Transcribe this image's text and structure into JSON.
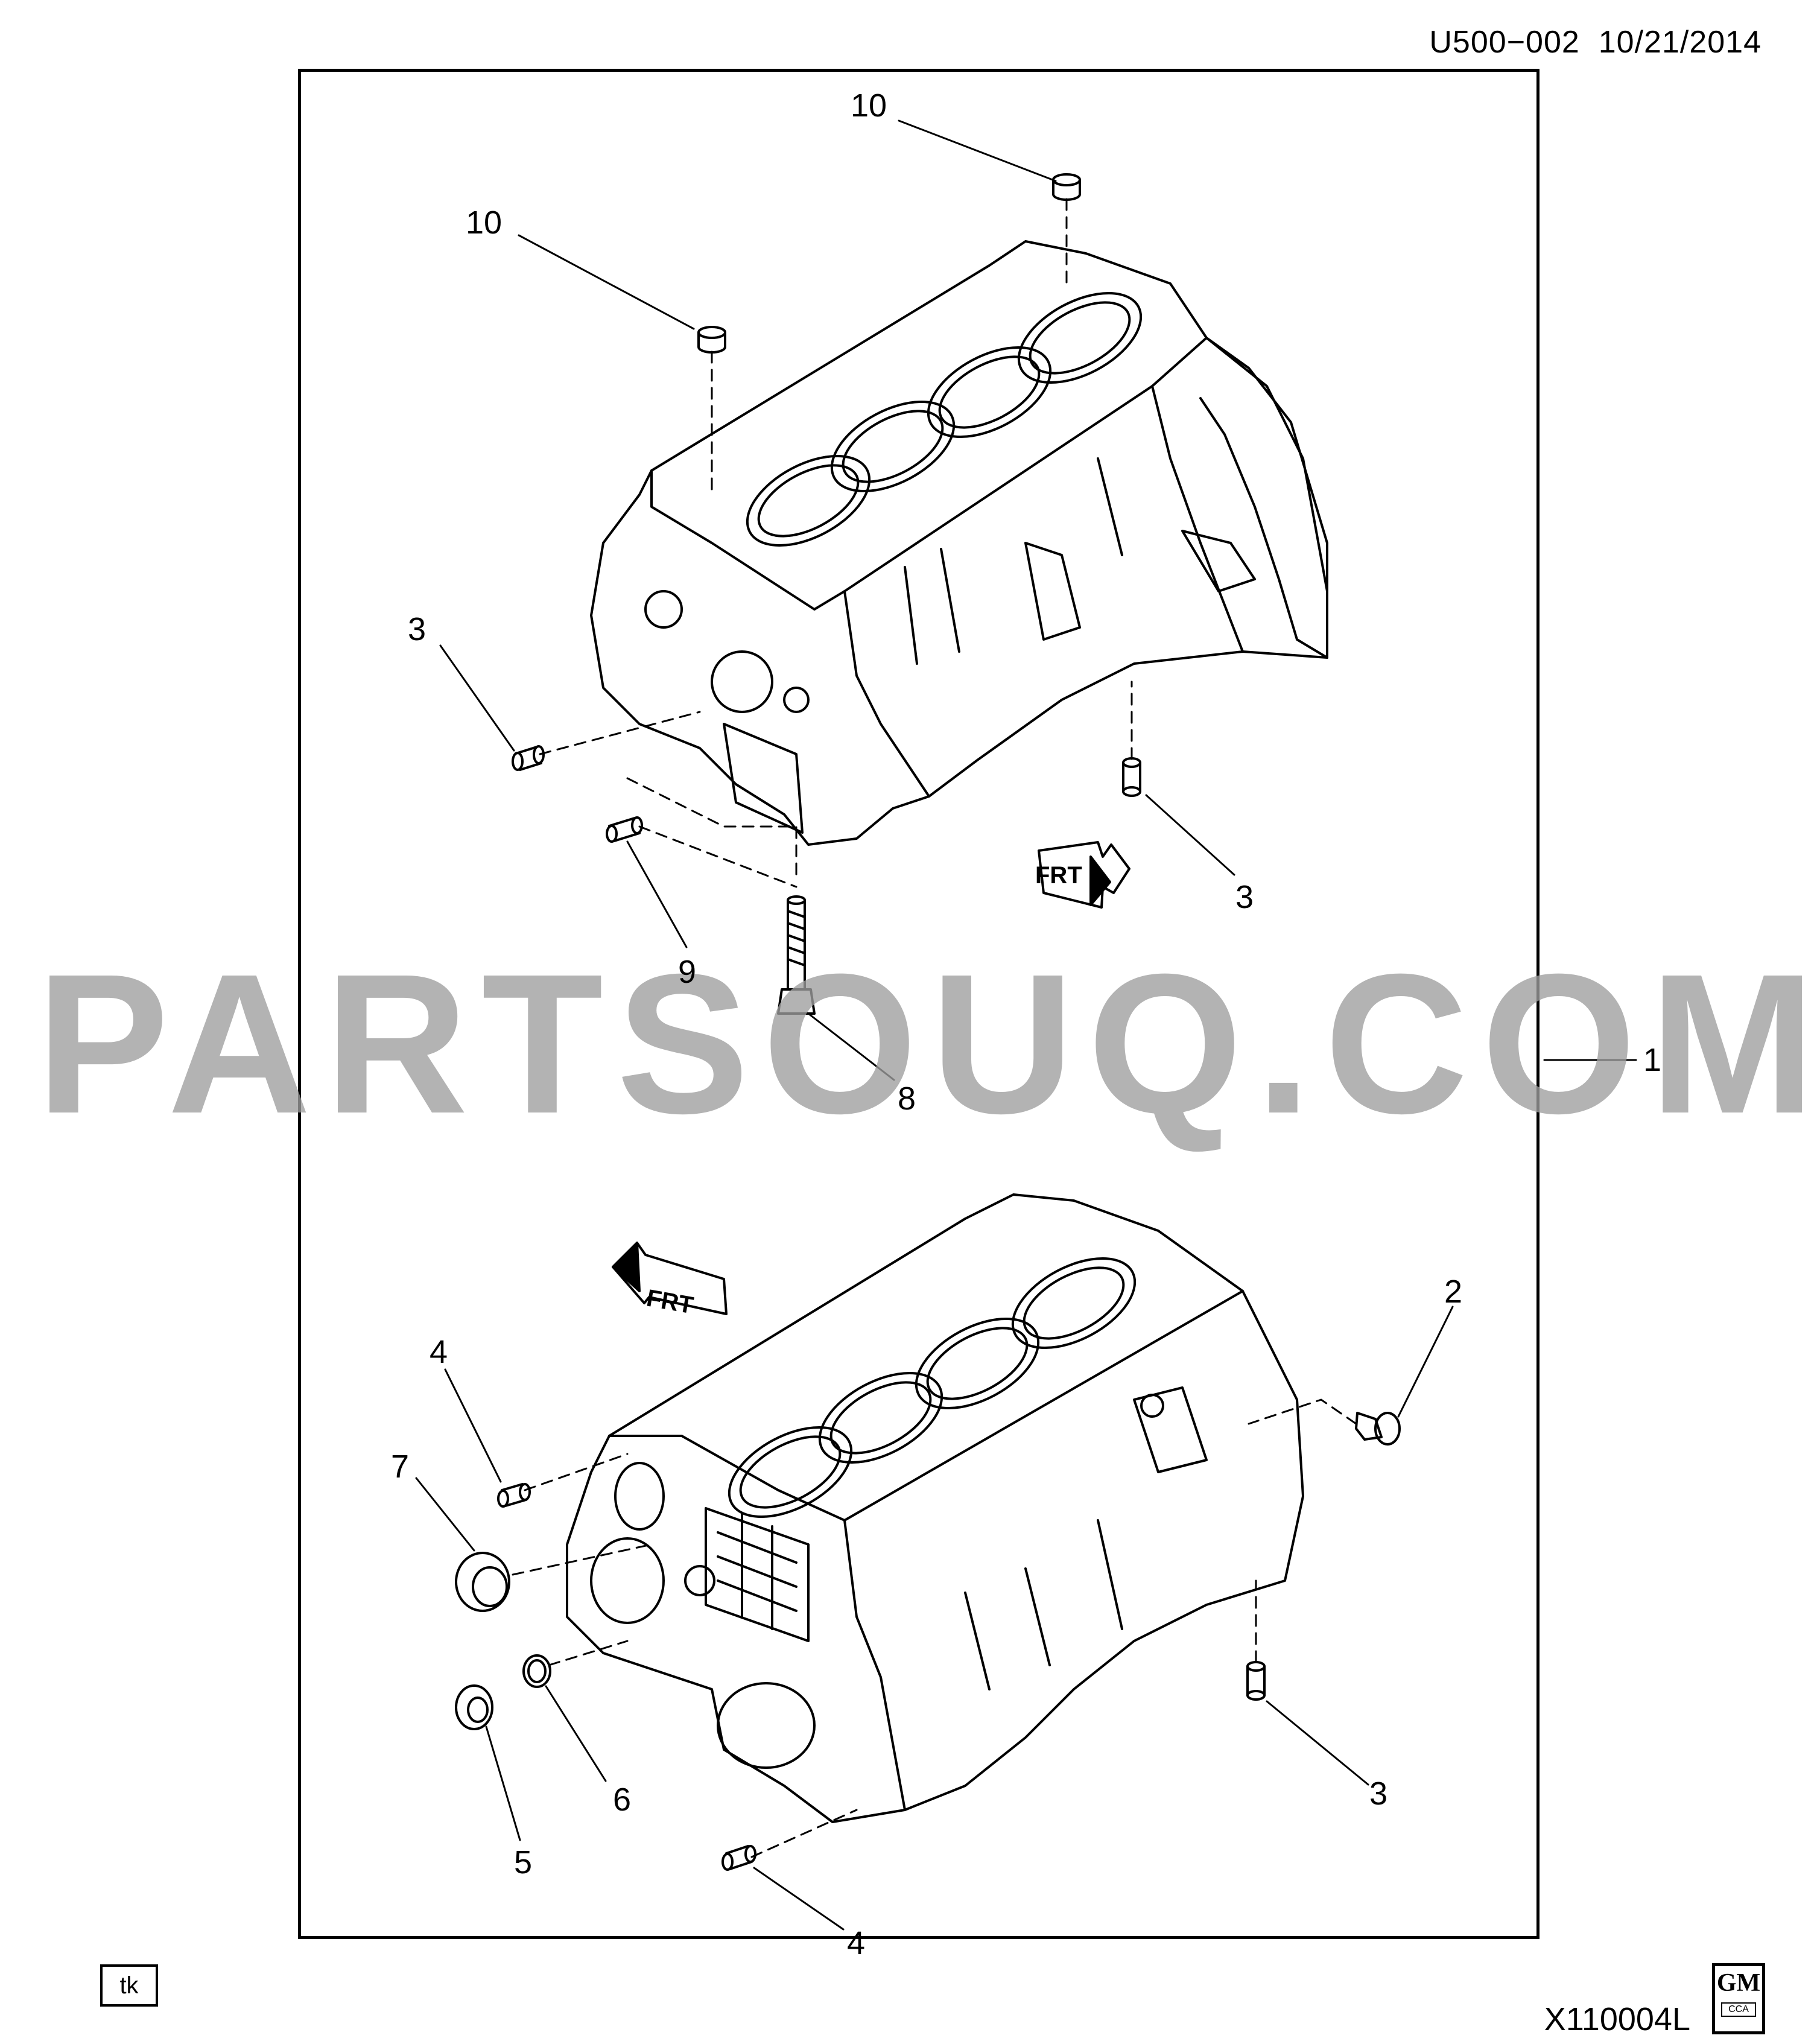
{
  "header": {
    "diagram_code": "U500−002",
    "date": "10/21/2014"
  },
  "footer": {
    "illustration_id": "X110004L",
    "initials_box": "tk",
    "logo_letters": "GM",
    "logo_sub": "CCA"
  },
  "watermark": "PARTSOUQ.COM",
  "direction_label": "FRT",
  "callouts": {
    "c1": "1",
    "c2": "2",
    "c3a": "3",
    "c3b": "3",
    "c3c": "3",
    "c4a": "4",
    "c4b": "4",
    "c5": "5",
    "c6": "6",
    "c7": "7",
    "c8": "8",
    "c9": "9",
    "c10a": "10",
    "c10b": "10"
  }
}
